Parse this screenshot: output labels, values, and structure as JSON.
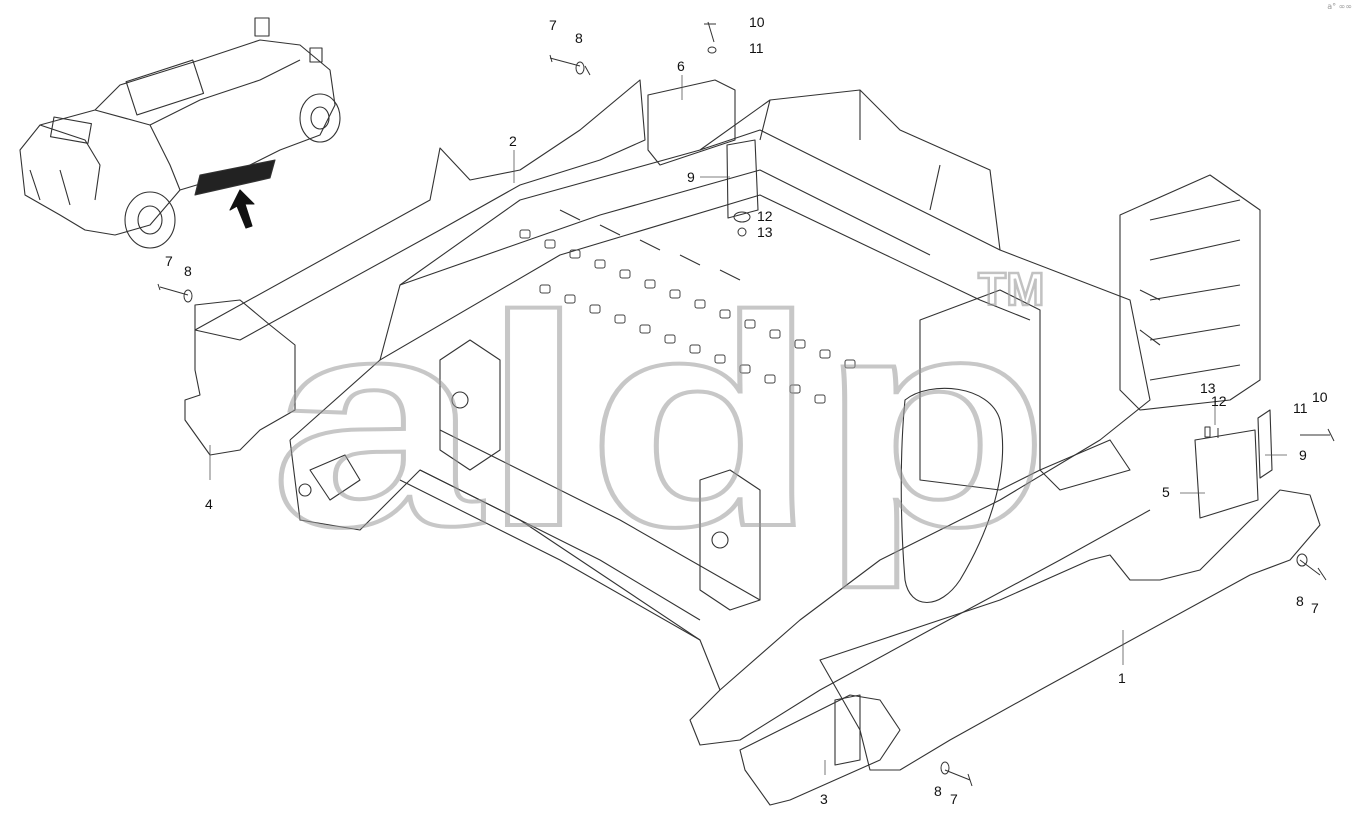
{
  "corner_mark": "a° ∞∞",
  "watermark": {
    "text": "aldp",
    "tm": "TM"
  },
  "callouts": {
    "c1": "1",
    "c2": "2",
    "c3": "3",
    "c4": "4",
    "c5": "5",
    "c6": "6",
    "c7a": "7",
    "c8a": "8",
    "c7b": "7",
    "c8b": "8",
    "c7c": "7",
    "c8c": "8",
    "c7d": "7",
    "c8d": "8",
    "c9a": "9",
    "c9b": "9",
    "c10a": "10",
    "c11a": "11",
    "c10b": "10",
    "c11b": "11",
    "c12a": "12",
    "c13a": "13",
    "c12b": "12",
    "c13b": "13"
  },
  "colors": {
    "line": "#333333",
    "leader": "#555555",
    "watermark": "#9a9a9a"
  }
}
